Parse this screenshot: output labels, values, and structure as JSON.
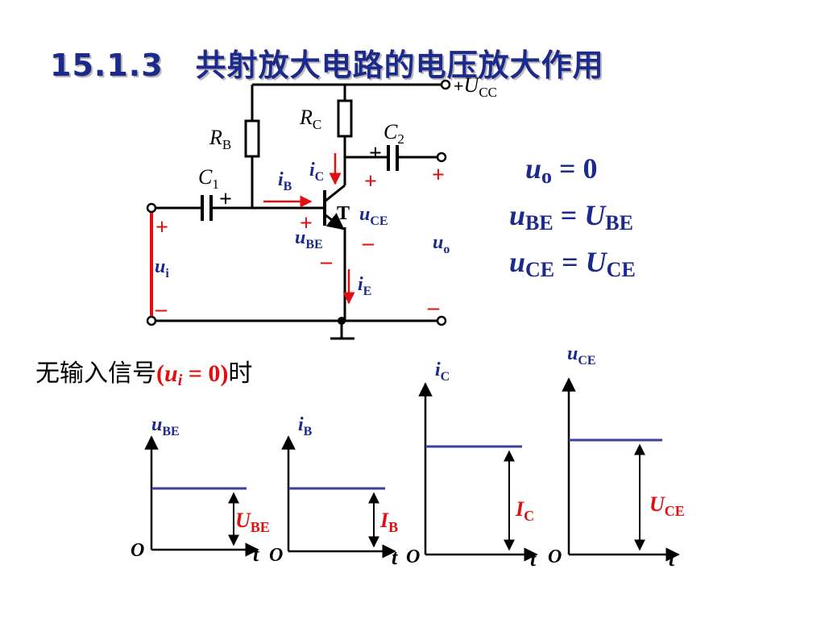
{
  "title": {
    "number": "15.1.3",
    "text": "共射放大电路的电压放大作用"
  },
  "circuit": {
    "supply": {
      "sign": "+",
      "symbol": "U",
      "sub": "CC"
    },
    "rb": {
      "symbol": "R",
      "sub": "B"
    },
    "rc": {
      "symbol": "R",
      "sub": "C"
    },
    "c1": {
      "symbol": "C",
      "sub": "1",
      "plus": "+"
    },
    "c2": {
      "symbol": "C",
      "sub": "2",
      "plus": "+"
    },
    "ib": {
      "symbol": "i",
      "sub": "B"
    },
    "ic": {
      "symbol": "i",
      "sub": "C"
    },
    "ie": {
      "symbol": "i",
      "sub": "E"
    },
    "transistor": "T",
    "uce": {
      "symbol": "u",
      "sub": "CE"
    },
    "ube": {
      "symbol": "u",
      "sub": "BE"
    },
    "ui": {
      "symbol": "u",
      "sub": "i"
    },
    "uo": {
      "symbol": "u",
      "sub": "o"
    },
    "plus": "+",
    "minus": "–"
  },
  "equations": [
    {
      "lhs": "u",
      "lhs_sub": "o",
      "op": " = ",
      "rhs": "0",
      "rhs_sub": ""
    },
    {
      "lhs": "u",
      "lhs_sub": "BE",
      "op": " = ",
      "rhs": "U",
      "rhs_sub": "BE"
    },
    {
      "lhs": "u",
      "lhs_sub": "CE",
      "op": " = ",
      "rhs": "U",
      "rhs_sub": "CE"
    }
  ],
  "no_signal": {
    "text": "无输入信号",
    "cond_open": "(",
    "cond_var": "u",
    "cond_sub": "i",
    "cond_rest": " = 0)",
    "suffix": "时"
  },
  "graphs": [
    {
      "ylabel": "u",
      "ysub": "BE",
      "level_label": "U",
      "level_sub": "BE",
      "origin": "O",
      "xlabel": "t"
    },
    {
      "ylabel": "i",
      "ysub": "B",
      "level_label": "I",
      "level_sub": "B",
      "origin": "O",
      "xlabel": "t"
    },
    {
      "ylabel": "i",
      "ysub": "C",
      "level_label": "I",
      "level_sub": "C",
      "origin": "O",
      "xlabel": "t"
    },
    {
      "ylabel": "u",
      "ysub": "CE",
      "level_label": "U",
      "level_sub": "CE",
      "origin": "O",
      "xlabel": "t"
    }
  ],
  "colors": {
    "title": "#1c2a8c",
    "accent": "#e01010",
    "level_line": "#3a3f9a",
    "wire": "#000000"
  }
}
